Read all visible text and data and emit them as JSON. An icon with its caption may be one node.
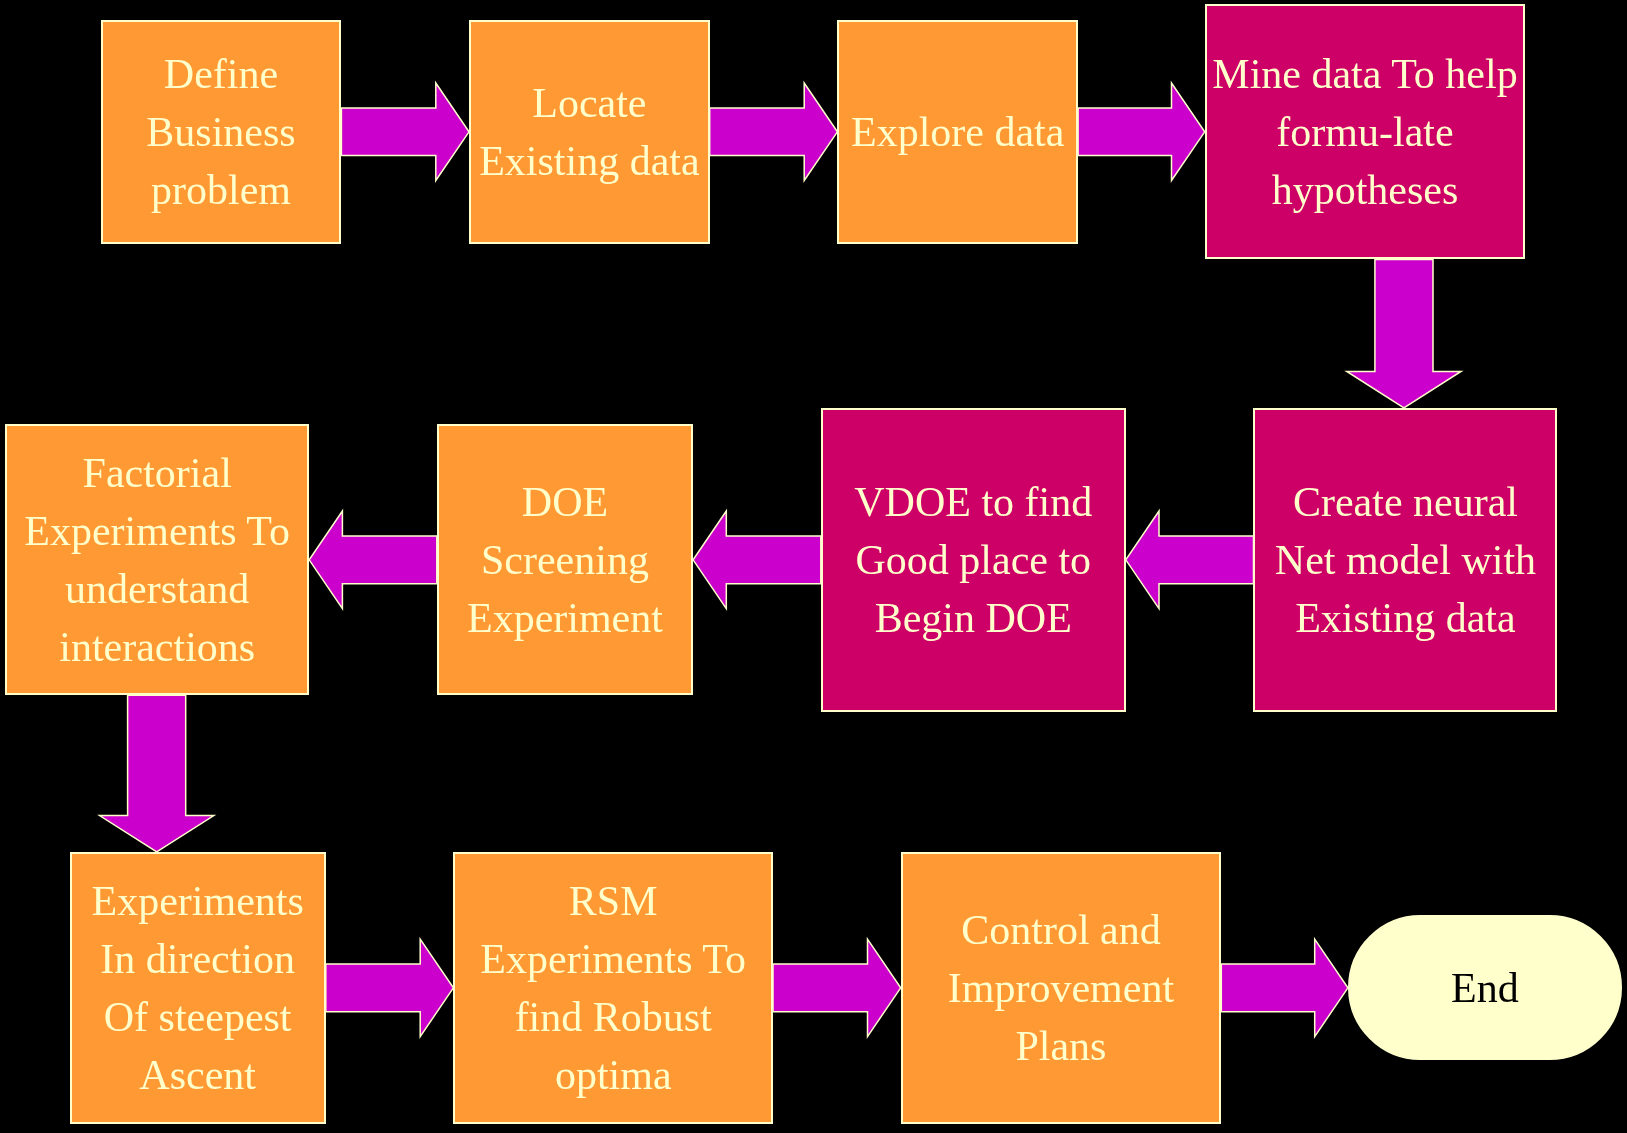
{
  "diagram": {
    "nodes": [
      {
        "text": [
          "Define Business problem"
        ]
      },
      {
        "text": [
          "Locate Existing data"
        ]
      },
      {
        "text": [
          "Explore data"
        ]
      },
      {
        "text": [
          "Mine data To help formu-late hypotheses"
        ]
      },
      {
        "text": [
          "Create neural Net model with Existing data"
        ]
      },
      {
        "text": [
          "VDOE to find Good place to Begin DOE"
        ]
      },
      {
        "text": [
          "DOE Screening Experiment"
        ]
      },
      {
        "text": [
          "Factorial Experiments To understand interactions"
        ]
      },
      {
        "text": [
          "Experiments In direction Of steepest Ascent"
        ]
      },
      {
        "text": [
          "RSM Experiments To find Robust optima"
        ]
      },
      {
        "text": [
          "Control and Improvement Plans"
        ]
      },
      {
        "text": [
          "End"
        ]
      }
    ],
    "edges": [
      {
        "from": 0,
        "to": 1,
        "arrow": "to"
      },
      {
        "from": 1,
        "to": 2,
        "arrow": "to"
      },
      {
        "from": 2,
        "to": 3,
        "arrow": "to"
      },
      {
        "from": 3,
        "to": 4,
        "arrow": "to"
      },
      {
        "from": 4,
        "to": 5,
        "arrow": "to"
      },
      {
        "from": 5,
        "to": 6,
        "arrow": "to"
      },
      {
        "from": 6,
        "to": 7,
        "arrow": "to"
      },
      {
        "from": 7,
        "to": 8,
        "arrow": "to"
      },
      {
        "from": 8,
        "to": 9,
        "arrow": "to"
      },
      {
        "from": 9,
        "to": 10,
        "arrow": "to"
      },
      {
        "from": 10,
        "to": 11,
        "arrow": "to"
      }
    ]
  }
}
